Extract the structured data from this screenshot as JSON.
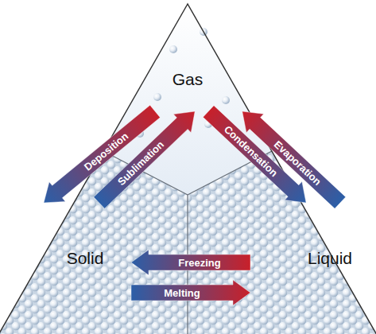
{
  "diagram": {
    "nodes": [
      {
        "text": [
          "Gas"
        ]
      },
      {
        "text": [
          "Solid"
        ]
      },
      {
        "text": [
          "Liquid"
        ]
      }
    ],
    "edges": [
      {
        "from": 0,
        "to": 1,
        "label": "Deposition",
        "arrow": "to"
      },
      {
        "from": 1,
        "to": 0,
        "label": "Sublimation",
        "arrow": "to"
      },
      {
        "from": 0,
        "to": 2,
        "label": "Condensation",
        "arrow": "to"
      },
      {
        "from": 2,
        "to": 0,
        "label": "Evaporation",
        "arrow": "to"
      },
      {
        "from": 2,
        "to": 1,
        "label": "Freezing",
        "arrow": "to"
      },
      {
        "from": 1,
        "to": 2,
        "label": "Melting",
        "arrow": "to"
      }
    ]
  }
}
